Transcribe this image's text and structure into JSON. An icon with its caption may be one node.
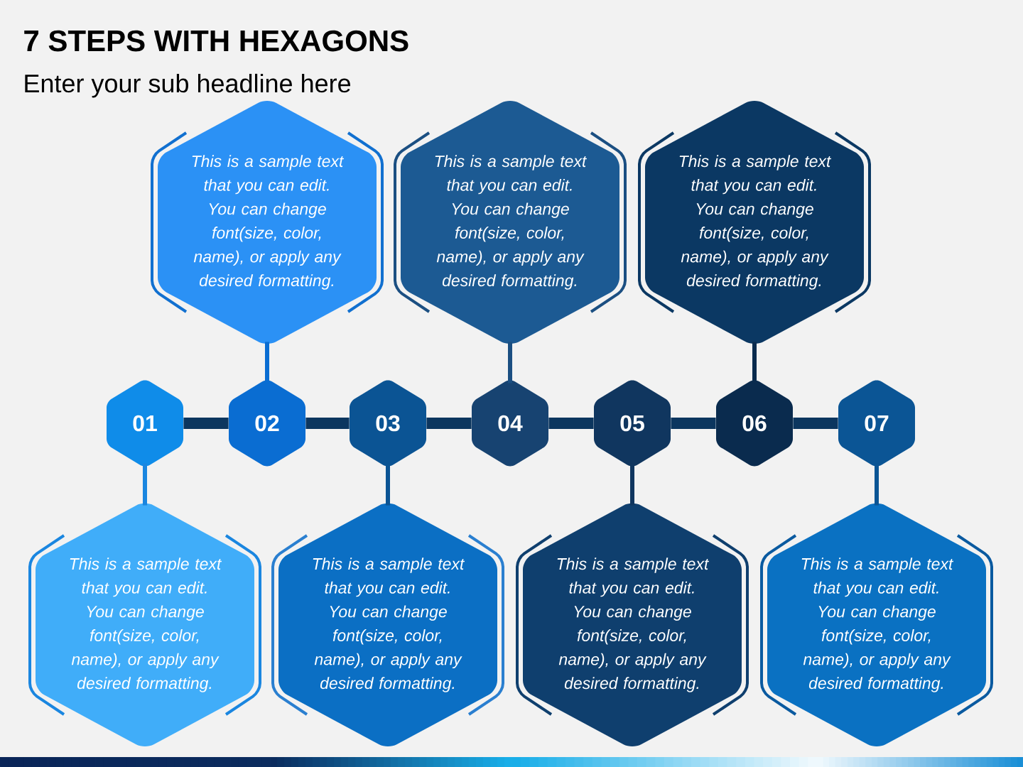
{
  "diagram": {
    "title": "7 STEPS WITH HEXAGONS",
    "nodes": [
      {
        "text": [
          "This is a sample text that you can edit. You can change font(size, color, name), or apply any desired formatting."
        ]
      },
      {
        "text": [
          "This is a sample text that you can edit. You can change font(size, color, name), or apply any desired formatting."
        ]
      },
      {
        "text": [
          "This is a sample text that you can edit. You can change font(size, color, name), or apply any desired formatting."
        ]
      },
      {
        "text": [
          "01"
        ]
      },
      {
        "text": [
          "02"
        ]
      },
      {
        "text": [
          "03"
        ]
      },
      {
        "text": [
          "04"
        ]
      },
      {
        "text": [
          "05"
        ]
      },
      {
        "text": [
          "06"
        ]
      },
      {
        "text": [
          "07"
        ]
      },
      {
        "text": [
          "This is a sample text that you can edit. You can change font(size, color, name), or apply any desired formatting."
        ]
      },
      {
        "text": [
          "This is a sample text that you can edit. You can change font(size, color, name), or apply any desired formatting."
        ]
      },
      {
        "text": [
          "This is a sample text that you can edit. You can change font(size, color, name), or apply any desired formatting."
        ]
      },
      {
        "text": [
          "This is a sample text that you can edit. You can change font(size, color, name), or apply any desired formatting."
        ]
      }
    ],
    "edges": [
      {
        "from": 3,
        "to": 4,
        "arrow": "none",
        "style": "thick"
      },
      {
        "from": 4,
        "to": 5,
        "arrow": "none",
        "style": "thick"
      },
      {
        "from": 5,
        "to": 6,
        "arrow": "none",
        "style": "thick"
      },
      {
        "from": 6,
        "to": 7,
        "arrow": "none",
        "style": "thick"
      },
      {
        "from": 7,
        "to": 8,
        "arrow": "none",
        "style": "thick"
      },
      {
        "from": 8,
        "to": 9,
        "arrow": "none",
        "style": "thick"
      },
      {
        "from": 3,
        "to": 10,
        "arrow": "none",
        "color": "#1a86e0"
      },
      {
        "from": 4,
        "to": 0,
        "arrow": "none",
        "color": "#0a6dd2"
      },
      {
        "from": 5,
        "to": 11,
        "arrow": "none",
        "color": "#0b5494"
      },
      {
        "from": 6,
        "to": 1,
        "arrow": "none",
        "color": "#1b4f82"
      },
      {
        "from": 7,
        "to": 12,
        "arrow": "none",
        "color": "#10365f"
      },
      {
        "from": 8,
        "to": 2,
        "arrow": "none",
        "color": "#0a2b4e"
      },
      {
        "from": 9,
        "to": 13,
        "arrow": "none",
        "color": "#0b5595"
      }
    ],
    "labels": [
      "Enter your sub headline here"
    ]
  }
}
